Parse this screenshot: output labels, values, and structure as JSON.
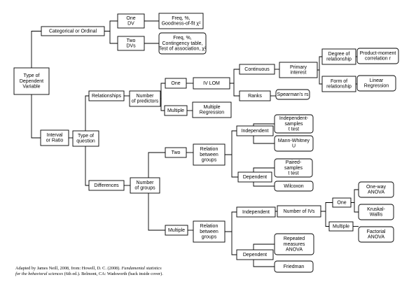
{
  "nodes": {
    "type_dv": {
      "lines": [
        "Type of",
        "Dependent",
        "Variable"
      ]
    },
    "categorical": {
      "lines": [
        "Categorical or Ordinal"
      ]
    },
    "cat_one": {
      "lines": [
        "One",
        "DV"
      ]
    },
    "cat_two": {
      "lines": [
        "Two",
        "DVs"
      ]
    },
    "freq_gof": {
      "lines": [
        "Freq, %,",
        "Goodness-of-fit χ²"
      ]
    },
    "freq_ct": {
      "lines": [
        "Freq, %,",
        "Contingency table,",
        "Test of association, χ²"
      ]
    },
    "interval": {
      "lines": [
        "Interval",
        "or Ratio"
      ]
    },
    "type_q": {
      "lines": [
        "Type of",
        "question"
      ]
    },
    "relationships": {
      "lines": [
        "Relationships"
      ]
    },
    "differences": {
      "lines": [
        "Differences"
      ]
    },
    "num_predictors": {
      "lines": [
        "Number",
        "of predictors"
      ]
    },
    "pred_one": {
      "lines": [
        "One"
      ]
    },
    "pred_multiple": {
      "lines": [
        "Multiple"
      ]
    },
    "multiple_regression": {
      "lines": [
        "Multiple",
        "Regression"
      ]
    },
    "iv_lom": {
      "lines": [
        "IV LOM"
      ]
    },
    "continuous": {
      "lines": [
        "Continuous"
      ]
    },
    "ranks": {
      "lines": [
        "Ranks"
      ]
    },
    "spearman": {
      "lines": [
        "Spearman's rs"
      ]
    },
    "primary_interest": {
      "lines": [
        "Primary",
        "interest"
      ]
    },
    "degree_rel": {
      "lines": [
        "Degree of",
        "relationship"
      ]
    },
    "form_rel": {
      "lines": [
        "Form of",
        "relationship"
      ]
    },
    "pearson": {
      "lines": [
        "Product-moment",
        "correlation r"
      ]
    },
    "linear_regression": {
      "lines": [
        "Linear",
        "Regression"
      ]
    },
    "num_groups": {
      "lines": [
        "Number",
        "of groups"
      ]
    },
    "groups_two": {
      "lines": [
        "Two"
      ]
    },
    "groups_multiple": {
      "lines": [
        "Multiple"
      ]
    },
    "rel_groups_two": {
      "lines": [
        "Relation",
        "between",
        "groups"
      ]
    },
    "rel_groups_multi": {
      "lines": [
        "Relation",
        "between",
        "groups"
      ]
    },
    "independent_two": {
      "lines": [
        "Independent"
      ]
    },
    "dependent_two": {
      "lines": [
        "Dependent"
      ]
    },
    "ind_t": {
      "lines": [
        "Independent-",
        "samples",
        "t test"
      ]
    },
    "mann_whitney": {
      "lines": [
        "Mann-Whitney",
        "U"
      ]
    },
    "paired_t": {
      "lines": [
        "Paired-",
        "samples",
        "t test"
      ]
    },
    "wilcoxon": {
      "lines": [
        "Wilcoxon"
      ]
    },
    "independent_multi": {
      "lines": [
        "Independent"
      ]
    },
    "dependent_multi": {
      "lines": [
        "Dependent"
      ]
    },
    "num_ivs": {
      "lines": [
        "Number of IVs"
      ]
    },
    "iv_one": {
      "lines": [
        "One"
      ]
    },
    "iv_multiple": {
      "lines": [
        "Multiple"
      ]
    },
    "oneway_anova": {
      "lines": [
        "One-way",
        "ANOVA"
      ]
    },
    "kruskal": {
      "lines": [
        "Kruskal-",
        "Wallis"
      ]
    },
    "factorial_anova": {
      "lines": [
        "Factorial",
        "ANOVA"
      ]
    },
    "rm_anova": {
      "lines": [
        "Repeated",
        "measures",
        "ANOVA"
      ]
    },
    "friedman": {
      "lines": [
        "Friedman"
      ]
    }
  },
  "edges": [
    [
      "type_dv",
      "categorical"
    ],
    [
      "type_dv",
      "interval"
    ],
    [
      "categorical",
      "cat_one"
    ],
    [
      "categorical",
      "cat_two"
    ],
    [
      "cat_one",
      "freq_gof"
    ],
    [
      "cat_two",
      "freq_ct"
    ],
    [
      "interval",
      "type_q"
    ],
    [
      "type_q",
      "relationships"
    ],
    [
      "type_q",
      "differences"
    ],
    [
      "relationships",
      "num_predictors"
    ],
    [
      "num_predictors",
      "pred_one"
    ],
    [
      "num_predictors",
      "pred_multiple"
    ],
    [
      "pred_multiple",
      "multiple_regression"
    ],
    [
      "pred_one",
      "iv_lom"
    ],
    [
      "iv_lom",
      "continuous"
    ],
    [
      "iv_lom",
      "ranks"
    ],
    [
      "ranks",
      "spearman"
    ],
    [
      "continuous",
      "primary_interest"
    ],
    [
      "primary_interest",
      "degree_rel"
    ],
    [
      "primary_interest",
      "form_rel"
    ],
    [
      "degree_rel",
      "pearson"
    ],
    [
      "form_rel",
      "linear_regression"
    ],
    [
      "differences",
      "num_groups"
    ],
    [
      "num_groups",
      "groups_two"
    ],
    [
      "num_groups",
      "groups_multiple"
    ],
    [
      "groups_two",
      "rel_groups_two"
    ],
    [
      "groups_multiple",
      "rel_groups_multi"
    ],
    [
      "rel_groups_two",
      "independent_two"
    ],
    [
      "rel_groups_two",
      "dependent_two"
    ],
    [
      "independent_two",
      "ind_t"
    ],
    [
      "independent_two",
      "mann_whitney"
    ],
    [
      "dependent_two",
      "paired_t"
    ],
    [
      "dependent_two",
      "wilcoxon"
    ],
    [
      "rel_groups_multi",
      "independent_multi"
    ],
    [
      "rel_groups_multi",
      "dependent_multi"
    ],
    [
      "independent_multi",
      "num_ivs"
    ],
    [
      "num_ivs",
      "iv_one"
    ],
    [
      "num_ivs",
      "iv_multiple"
    ],
    [
      "iv_one",
      "oneway_anova"
    ],
    [
      "iv_one",
      "kruskal"
    ],
    [
      "iv_multiple",
      "factorial_anova"
    ],
    [
      "dependent_multi",
      "rm_anova"
    ],
    [
      "dependent_multi",
      "friedman"
    ]
  ],
  "caption": {
    "line1_prefix": "Adapted by James Neill, 2008, from: Howell, D. C. (2008). ",
    "line1_title": "Fundamental statistics",
    "line2_title": "for the behavioral sciences",
    "line2_suffix": " (6th ed.). Belmont, CA: Wadsworth (back inside cover)."
  }
}
